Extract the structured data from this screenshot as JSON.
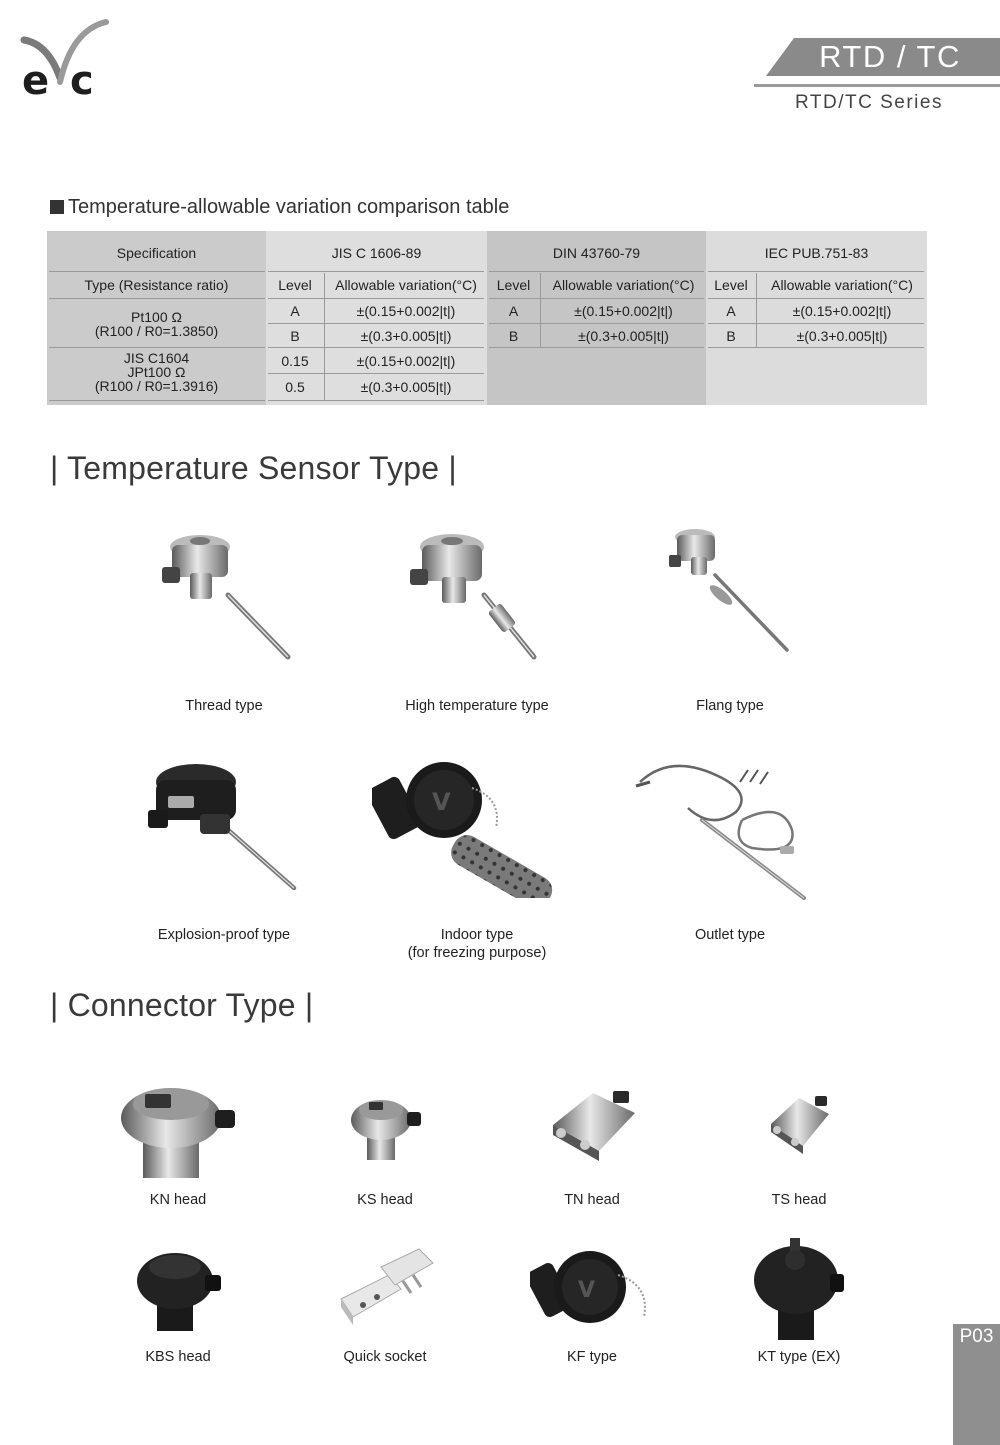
{
  "header": {
    "title": "RTD / TC",
    "subtitle": "RTD/TC Series"
  },
  "comparison_table": {
    "title": "Temperature-allowable variation comparison table",
    "spec_label": "Specification",
    "type_label": "Type (Resistance ratio)",
    "standards": [
      "JIS C 1606-89",
      "DIN 43760-79",
      "IEC PUB.751-83"
    ],
    "level_label": "Level",
    "variation_label": "Allowable variation(°C)",
    "types": [
      {
        "name": "Pt100 Ω",
        "ratio": "(R100 / R0=1.3850)"
      },
      {
        "name": "JIS C1604",
        "name2": "JPt100 Ω",
        "ratio": "(R100 / R0=1.3916)"
      }
    ],
    "jis_rows": [
      {
        "level": "A",
        "variation": "±(0.15+0.002|t|)"
      },
      {
        "level": "B",
        "variation": "±(0.3+0.005|t|)"
      },
      {
        "level": "0.15",
        "variation": "±(0.15+0.002|t|)"
      },
      {
        "level": "0.5",
        "variation": "±(0.3+0.005|t|)"
      }
    ],
    "din_rows": [
      {
        "level": "A",
        "variation": "±(0.15+0.002|t|)"
      },
      {
        "level": "B",
        "variation": "±(0.3+0.005|t|)"
      }
    ],
    "iec_rows": [
      {
        "level": "A",
        "variation": "±(0.15+0.002|t|)"
      },
      {
        "level": "B",
        "variation": "±(0.3+0.005|t|)"
      }
    ]
  },
  "sensor_section": {
    "title": "| Temperature Sensor Type |",
    "items": [
      {
        "label": "Thread type"
      },
      {
        "label": "High temperature type"
      },
      {
        "label": "Flang type"
      },
      {
        "label": "Explosion-proof type"
      },
      {
        "label": "Indoor type",
        "label2": "(for freezing purpose)"
      },
      {
        "label": "Outlet type"
      }
    ]
  },
  "connector_section": {
    "title": "| Connector Type |",
    "items": [
      {
        "label": "KN head"
      },
      {
        "label": "KS head"
      },
      {
        "label": "TN head"
      },
      {
        "label": "TS head"
      },
      {
        "label": "KBS head"
      },
      {
        "label": "Quick socket"
      },
      {
        "label": "KF type"
      },
      {
        "label": "KT type (EX)"
      }
    ]
  },
  "page": {
    "number": "P03"
  }
}
